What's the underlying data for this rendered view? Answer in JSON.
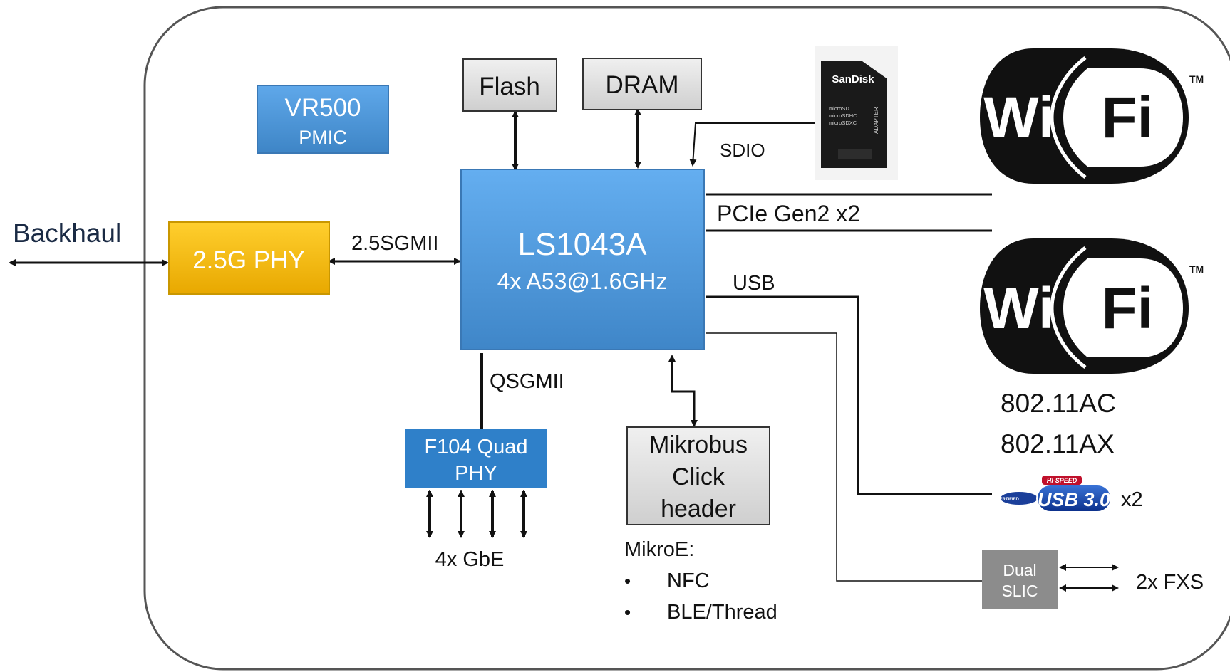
{
  "blocks": {
    "vr500": {
      "line1": "VR500",
      "line2": "PMIC"
    },
    "phy25g": {
      "label": "2.5G PHY"
    },
    "flash": {
      "label": "Flash"
    },
    "dram": {
      "label": "DRAM"
    },
    "soc": {
      "line1": "LS1043A",
      "line2": "4x A53@1.6GHz"
    },
    "quadphy": {
      "line1": "F104 Quad",
      "line2": "PHY"
    },
    "mikrobus": {
      "line1": "Mikrobus",
      "line2": "Click",
      "line3": "header"
    },
    "slic": {
      "line1": "Dual",
      "line2": "SLIC"
    }
  },
  "labels": {
    "backhaul": "Backhaul",
    "sgmii": "2.5SGMII",
    "sdio": "SDIO",
    "pcie": "PCIe Gen2 x2",
    "usb": "USB",
    "qsgmii": "QSGMII",
    "gbe": "4x GbE",
    "wifi_std1": "802.11AC",
    "wifi_std2": "802.11AX",
    "usb_count": "x2",
    "fxs": "2x FXS",
    "mikroe_title": "MikroE:",
    "mikroe_items": [
      "NFC",
      "BLE/Thread"
    ]
  },
  "logos": {
    "sdcard": {
      "brand": "SanDisk",
      "formats": [
        "microSD",
        "microSDHC",
        "microSDXC"
      ],
      "adapter": "ADAPTER",
      "icon": "sd-card-icon"
    },
    "wifi": {
      "left": "Wi",
      "right": "Fi",
      "tm": "TM",
      "icon": "wifi-logo"
    },
    "usb3": {
      "hispeed": "HI-SPEED",
      "certified": "CERTIFIED",
      "text": "USB 3.0",
      "icon": "usb3-logo"
    }
  },
  "colors": {
    "soc_blue": "#4f97d6",
    "vr500_blue": "#4f97d6",
    "phy_gold": "#f2b500",
    "quadphy_blue": "#2f80c9",
    "gray_box": "#e0e0e0",
    "slic_gray": "#8c8c8c",
    "line": "#111111"
  }
}
